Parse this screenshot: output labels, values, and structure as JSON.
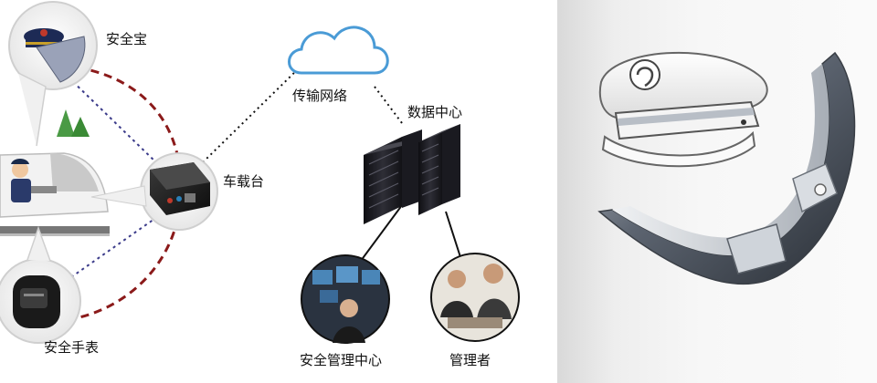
{
  "labels": {
    "safety_treasure": "安全宝",
    "onboard_unit": "车载台",
    "transmission_network": "传输网络",
    "data_center": "数据中心",
    "safety_watch": "安全手表",
    "safety_management_center": "安全管理中心",
    "manager": "管理者"
  },
  "colors": {
    "dashed_red": "#8b1a1a",
    "dashed_blue": "#3b3b8a",
    "cloud_stroke": "#4a9bd6",
    "server_dark": "#1c1c22"
  },
  "icons": {
    "cloud": "cloud-icon",
    "server_rack": "server-rack-icon",
    "railway_cap": "railway-cap-icon",
    "wristband": "wristband-icon",
    "onboard_device": "onboard-device-icon"
  }
}
